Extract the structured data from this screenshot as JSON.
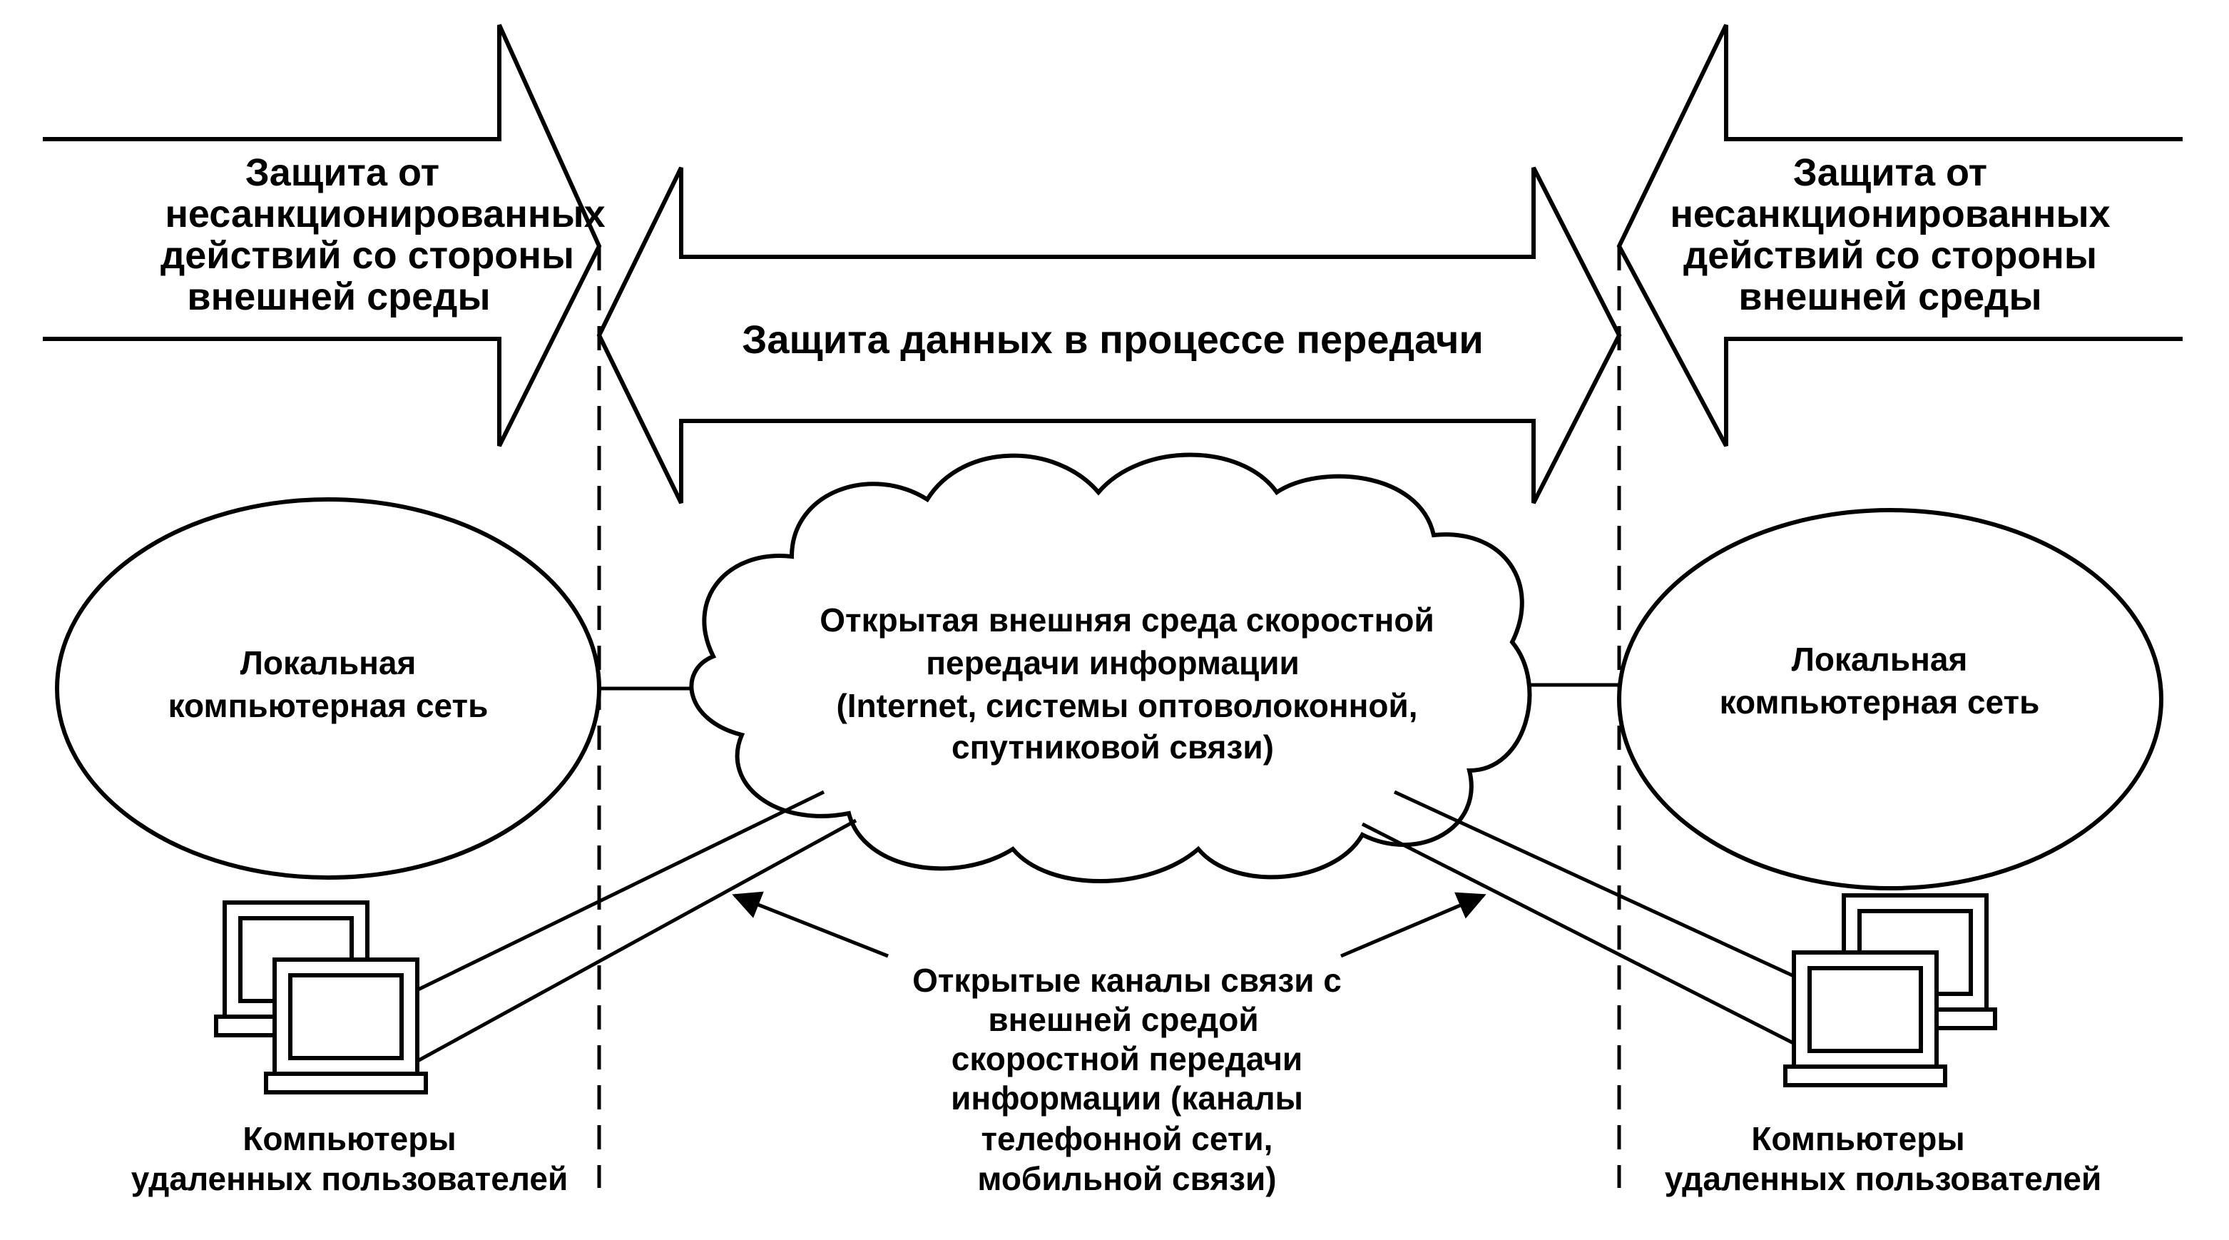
{
  "arrows": {
    "left_external": [
      "Защита от",
      "несанкционированных",
      "действий  со стороны",
      "внешней среды"
    ],
    "right_external": [
      "Защита от",
      "несанкционированных",
      "действий  со стороны",
      "внешней среды"
    ],
    "transfer": "Защита данных в процессе передачи"
  },
  "nodes": {
    "left_lan": [
      "Локальная",
      "компьютерная сеть"
    ],
    "right_lan": [
      "Локальная",
      "компьютерная сеть"
    ],
    "cloud": [
      "Открытая внешняя среда скоростной",
      "передачи информации",
      "(Internet, системы оптоволоконной,",
      "спутниковой связи)"
    ],
    "left_users": [
      "Компьютеры",
      "удаленных пользователей"
    ],
    "right_users": [
      "Компьютеры",
      "удаленных пользователей"
    ],
    "channels": [
      "Открытые каналы связи с",
      "внешней средой",
      "скоростной передачи",
      "информации (каналы",
      "телефонной сети,",
      "мобильной связи)"
    ]
  },
  "icons": {
    "computer": "desktop-computer-icon"
  }
}
